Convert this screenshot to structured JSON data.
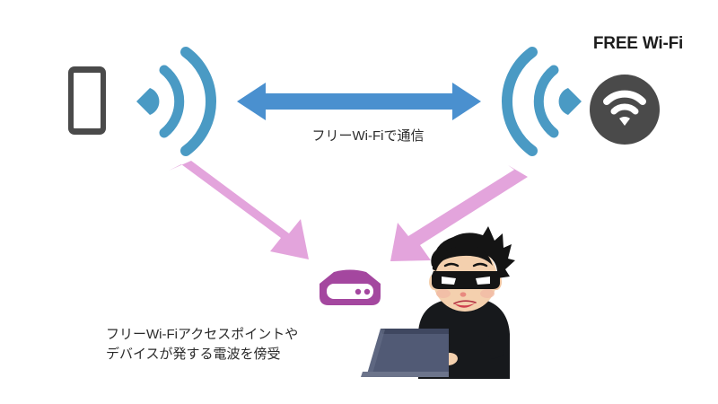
{
  "diagram": {
    "title_badge": "FREE Wi-Fi",
    "link_caption": "フリーWi-Fiで通信",
    "intercept_caption_line1": "フリーWi-Fiアクセスポイントや",
    "intercept_caption_line2": "デバイスが発する電波を傍受"
  },
  "nodes": {
    "client_device": "smartphone-icon",
    "access_point": "free-wifi-hotspot-icon",
    "rogue_router": "router-icon",
    "attacker": "hacker-with-laptop-illustration"
  },
  "icons": {
    "signal_left": "wifi-signal-waves-icon",
    "signal_right": "wifi-signal-waves-icon",
    "hotspot_glyph": "wifi-icon",
    "link_arrow": "double-headed-arrow-icon",
    "intercept_arrow_left": "down-right-arrow-icon",
    "intercept_arrow_right": "down-left-arrow-icon"
  },
  "colors": {
    "signal_blue": "#4a9ac4",
    "arrow_blue": "#4a90cf",
    "intercept_pink": "#e3a4dc",
    "device_gray": "#4a4a4a",
    "router_purple": "#a4479f",
    "laptop_slate": "#515a75",
    "text_dark": "#2b2b2b",
    "background": "#ffffff"
  }
}
